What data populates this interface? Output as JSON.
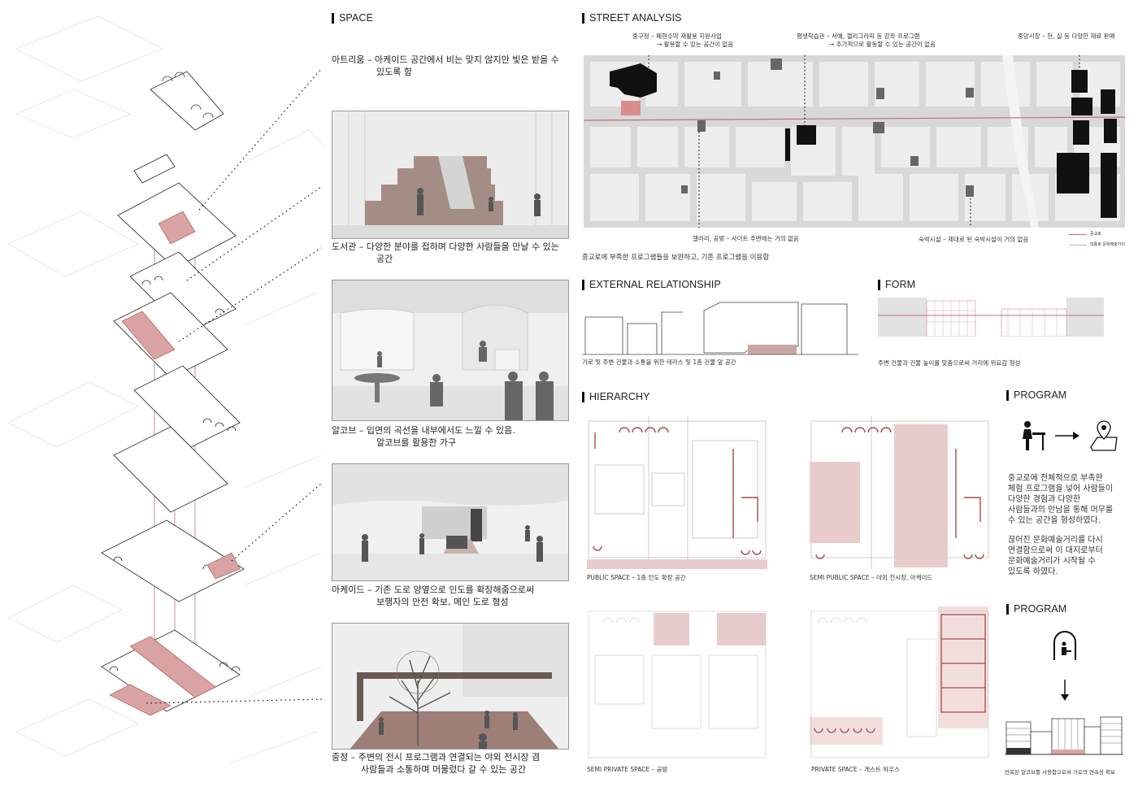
{
  "colors": {
    "accent": "#c98d8d",
    "accent_dark": "#a84a4a",
    "dark": "#111111",
    "gray": "#bdbdbd"
  },
  "sections": {
    "space": "SPACE",
    "street": "STREET ANALYSIS",
    "external": "EXTERNAL RELATIONSHIP",
    "form": "FORM",
    "hierarchy": "HIERARCHY",
    "program1": "PROGRAM",
    "program2": "PROGRAM"
  },
  "space_captions": [
    {
      "line1": "아트리움 – 아케이드 공간에서 비는 맞지 않지만 빛은 받을 수",
      "line2": "있도록 함"
    },
    {
      "line1": "도서관 – 다양한 분야를 접하며 다양한 사람들을 만날 수 있는",
      "line2": "공간"
    },
    {
      "line1": "알코브 – 입면의 곡선을 내부에서도 느낄 수 있음.",
      "line2": "알코브를 활용한 가구"
    },
    {
      "line1": "아케이드 – 기존 도로 양옆으로 인도를 확장해줌으로써",
      "line2": "보행자의 안전 확보, 메인 도로 형성"
    },
    {
      "line1": "중정 – 주변의 전시 프로그램과 연결되는 야외 전시장 겸",
      "line2": "사람들과 소통하며 머물렀다 갈 수 있는 공간"
    }
  ],
  "street": {
    "labels_top": [
      {
        "line1": "중구청 – 폐현수막 재활용 지원사업",
        "line2": "→ 활용할 수 있는 공간이 없음"
      },
      {
        "line1": "평생학습관 – 서예, 캘리그라피 등 강좌 프로그램",
        "line2": "→ 추가적으로 활동할 수 있는 공간이 없음"
      },
      {
        "line1": "중앙시장 – 천, 실 등 다양한 재료 판매",
        "line2": ""
      }
    ],
    "labels_bottom": [
      "갤러리, 공방 – 사이트 주변에는 거의 없음",
      "숙박시설 – 제대로 된 숙박시설이 거의 없음"
    ],
    "legend": [
      "중교로",
      "대종로 문화예술거리"
    ],
    "caption": "중교로에 부족한 프로그램들을 보완하고, 기존 프로그램을 이용함"
  },
  "external": {
    "caption": "가로 및 주변 건물과 소통을 위한 테라스 및 1층 건물 앞 공간"
  },
  "form": {
    "caption": "주변 건물과 건물 높이를 맞춤으로써 거리에 위요감 형성"
  },
  "hierarchy": {
    "plans": [
      "PUBLIC SPACE – 1층 인도 확장 공간",
      "SEMI PUBLIC SPACE – 야외 전시장, 아케이드",
      "SEMI PRIVATE SPACE – 공방",
      "PRIVATE SPACE – 게스트 하우스"
    ]
  },
  "program": {
    "paragraph1": [
      "중교로에 전체적으로 부족한",
      "체험 프로그램을 넣어 사람들이",
      "다양한 경험과 다양한",
      "사람들과의 만남을 통해 머무를",
      "수 있는 공간을 형성하였다."
    ],
    "paragraph2": [
      "끊어진 문화예술거리를 다시",
      "연결함으로써 이 대지로부터",
      "문화예술거리가 시작될 수",
      "있도록 하였다."
    ],
    "caption2": "반복된 알코브를 사용함으로써 가로의 연속성 확보",
    "icons": [
      "person-at-desk-icon",
      "arrow-right-icon",
      "map-pin-icon",
      "alcove-arch-icon",
      "arrow-down-icon"
    ]
  }
}
